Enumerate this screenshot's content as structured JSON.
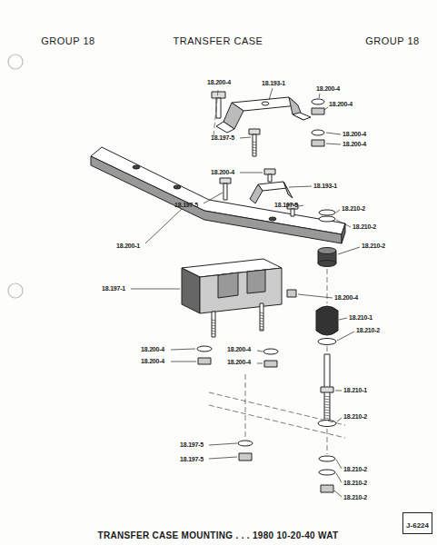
{
  "diagram": {
    "title": "TRANSFER CASE",
    "caption": "TRANSFER CASE MOUNTING . . . 1980 10-20-40 WAT",
    "nodes": [
      {
        "text": [
          "J-6224"
        ]
      }
    ],
    "labels": [
      "GROUP 18",
      "GROUP 18",
      "18.200-4",
      "18.193-1",
      "18.200-4",
      "18.200-4",
      "18.200-4",
      "18.200-4",
      "18.197-5",
      "18.200-4",
      "18.193-1",
      "18.197-5",
      "18.197-5",
      "18.210-2",
      "18.210-2",
      "18.210-2",
      "18.200-1",
      "18.197-1",
      "18.200-4",
      "18.210-1",
      "18.210-2",
      "18.200-4",
      "18.200-4",
      "18.200-4",
      "18.200-4",
      "18.210-1",
      "18.210-2",
      "18.197-5",
      "18.197-5",
      "18.210-2",
      "18.210-2",
      "18.210-2"
    ]
  }
}
